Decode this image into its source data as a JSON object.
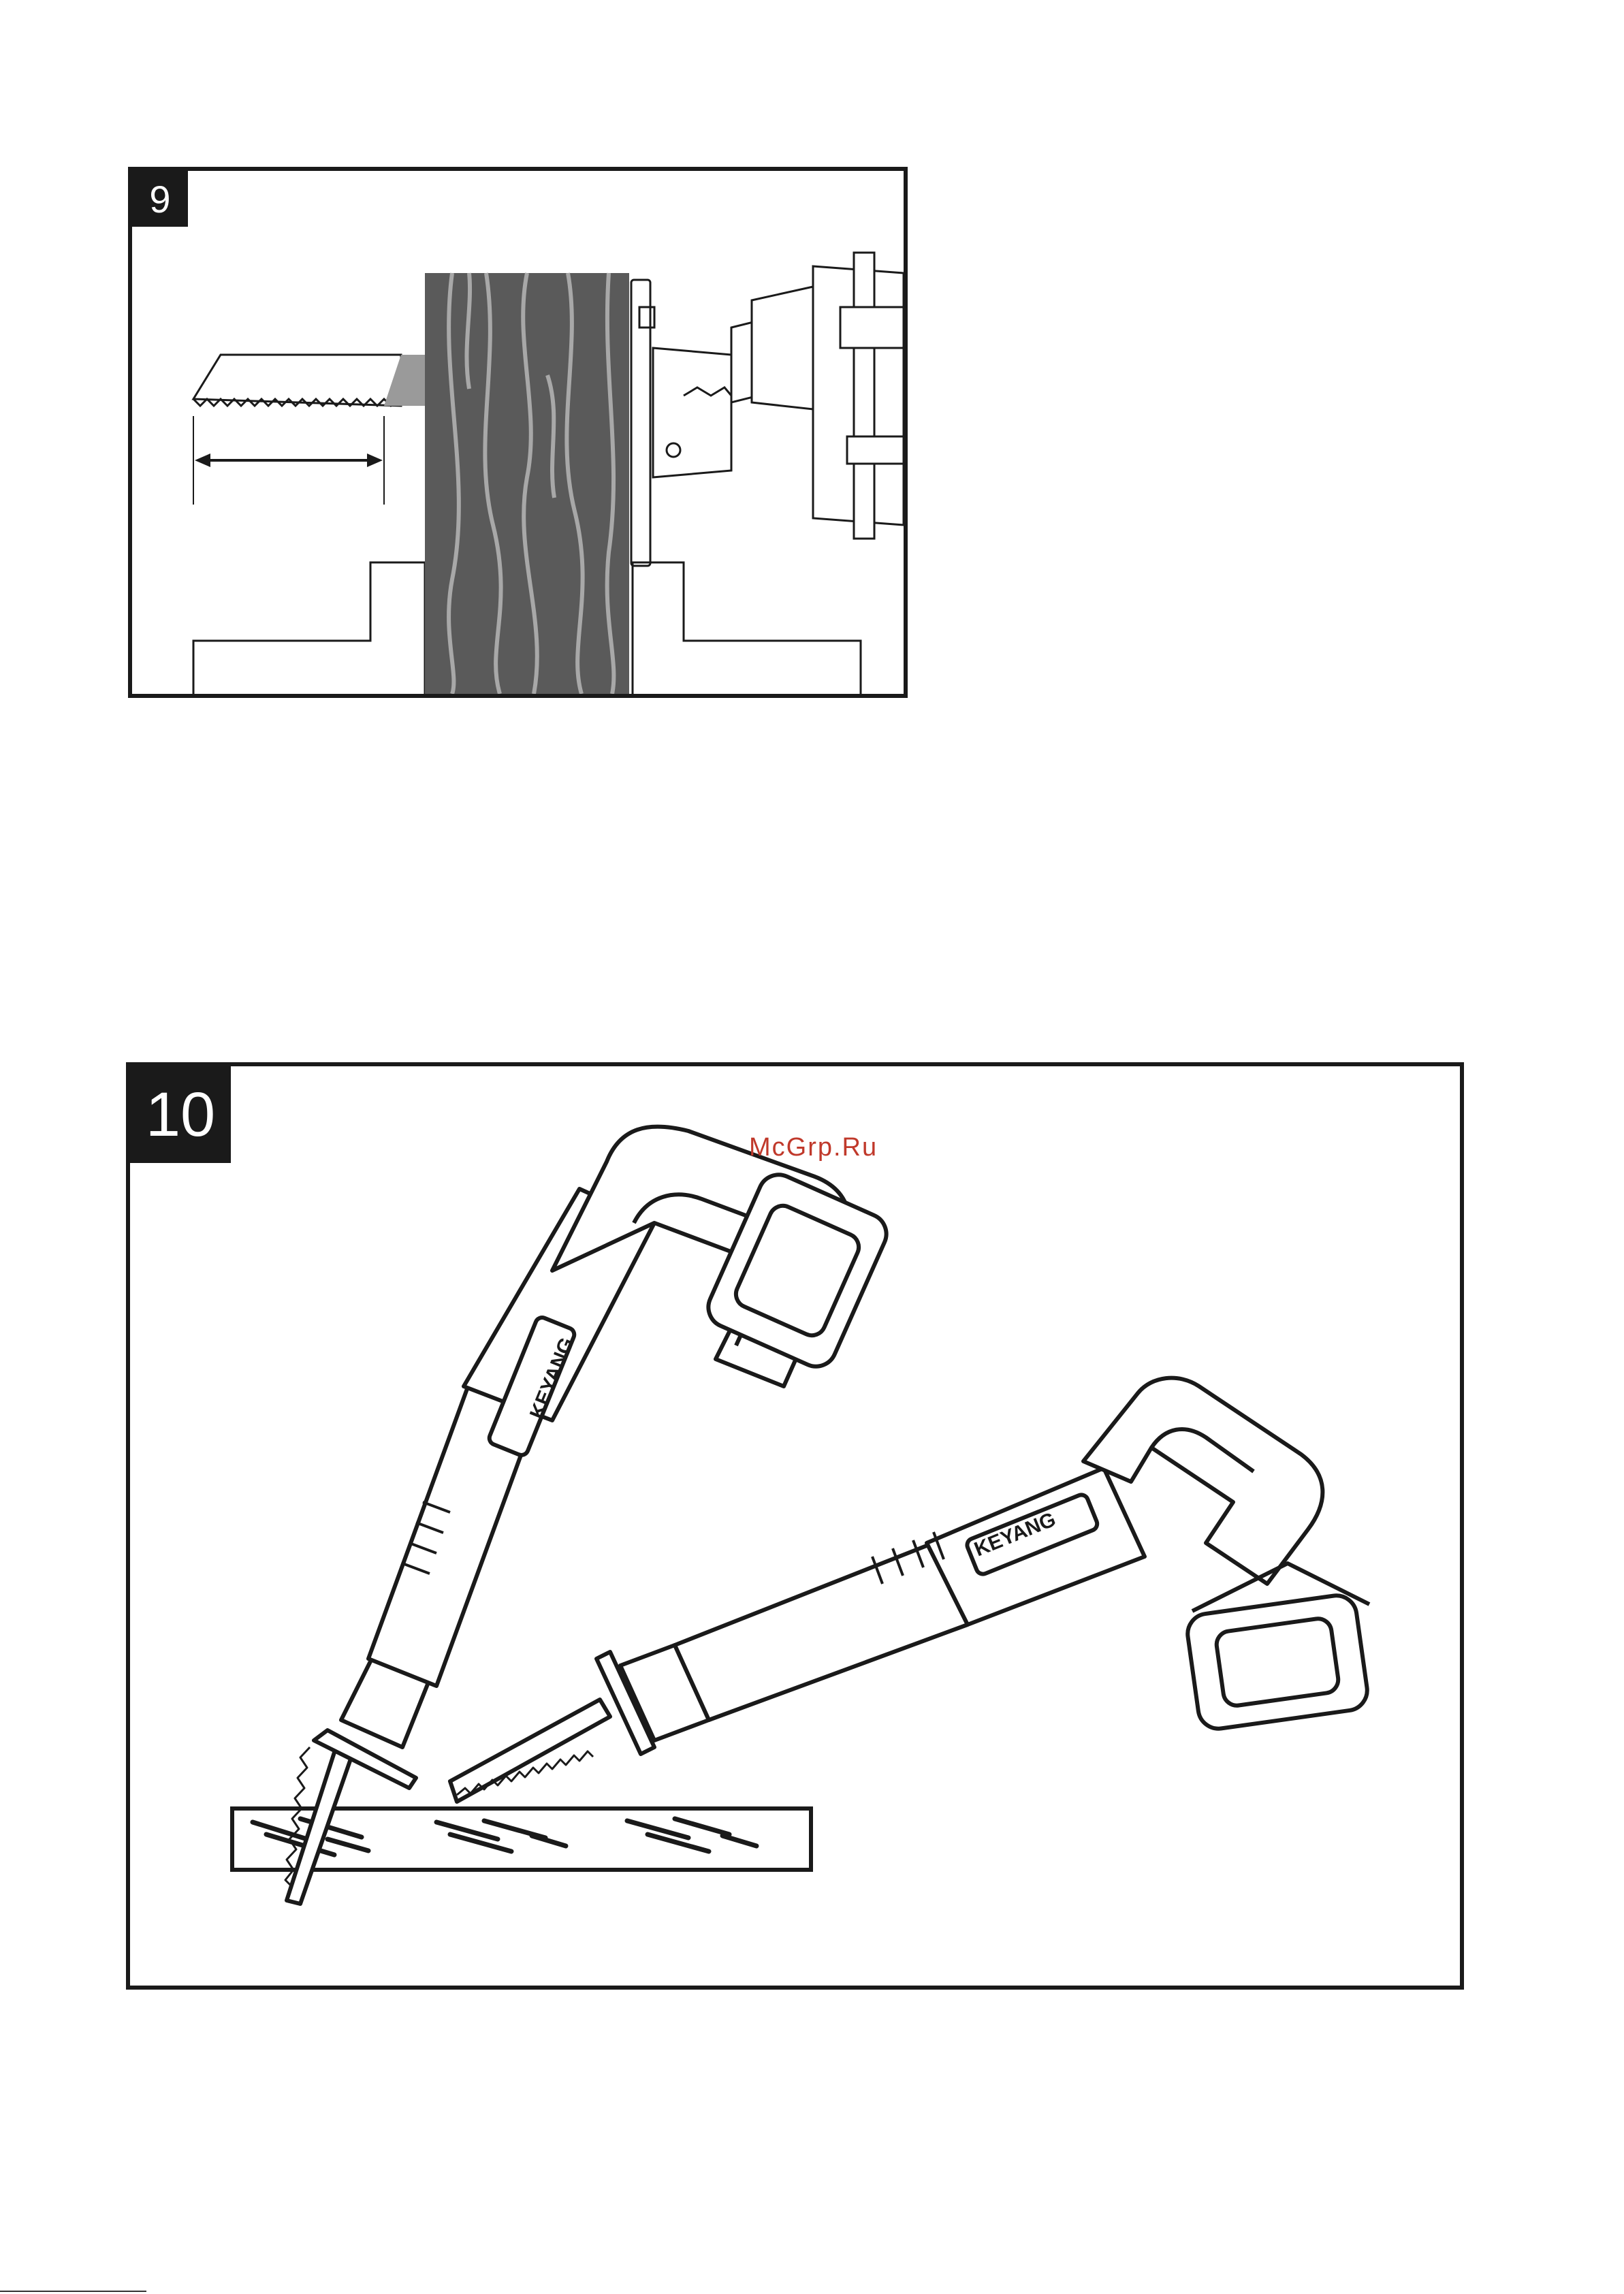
{
  "figures": [
    {
      "id": "fig9",
      "number": "9"
    },
    {
      "id": "fig10",
      "number": "10"
    }
  ],
  "watermark": "McGrp.Ru",
  "brand_label": "KEYANG",
  "colors": {
    "frame": "#1a1a1a",
    "wood": "#5a5a5a",
    "wood_grain": "#a8a8a8",
    "watermark": "#c0392b"
  }
}
